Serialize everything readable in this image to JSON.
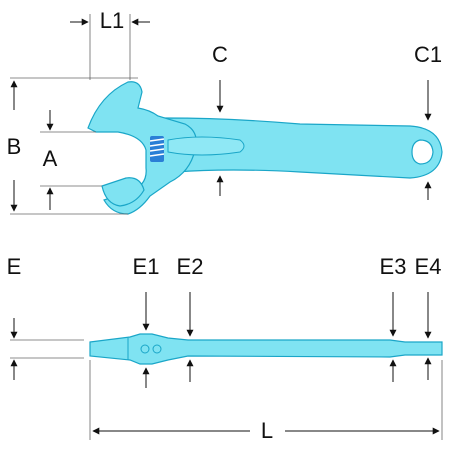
{
  "labels": {
    "L1": "L1",
    "C": "C",
    "C1": "C1",
    "B": "B",
    "A": "A",
    "E": "E",
    "E1": "E1",
    "E2": "E2",
    "E3": "E3",
    "E4": "E4",
    "L": "L"
  },
  "colors": {
    "tool_fill": "#7fe3f2",
    "tool_stroke": "#1aa6c8",
    "worm_blue": "#2a7fd6",
    "line": "#111111",
    "dim_line": "#666666"
  }
}
